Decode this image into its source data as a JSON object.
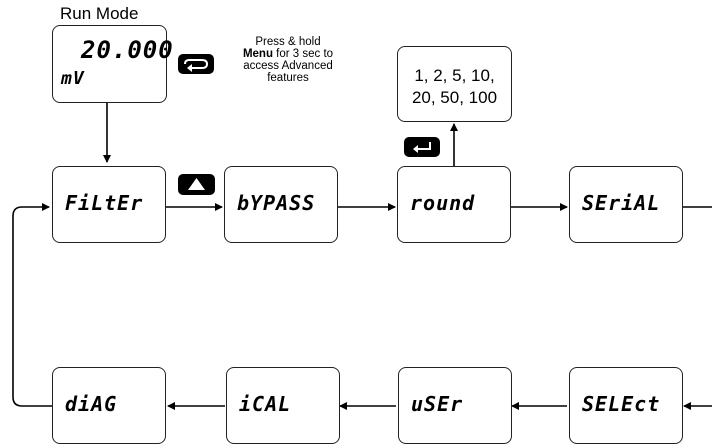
{
  "run_mode_label": "Run Mode",
  "run_display": {
    "value": "20.000",
    "unit": "mV"
  },
  "hint": {
    "line1": "Press & hold",
    "bold": "Menu",
    "line2_rest": " for 3 sec to",
    "line3": "access Advanced",
    "line4": "features"
  },
  "round_options": {
    "line1": "1, 2, 5, 10,",
    "line2": "20, 50, 100"
  },
  "menu_top": [
    {
      "label": "FiLtEr"
    },
    {
      "label": "bYPASS"
    },
    {
      "label": "round"
    },
    {
      "label": "SEriAL"
    }
  ],
  "menu_bottom": [
    {
      "label": "diAG"
    },
    {
      "label": "iCAL"
    },
    {
      "label": "uSEr"
    },
    {
      "label": "SELEct"
    }
  ],
  "icons": {
    "menu_button": "loop-arrow-icon",
    "up_button": "up-triangle-icon",
    "enter_button": "enter-return-icon"
  }
}
